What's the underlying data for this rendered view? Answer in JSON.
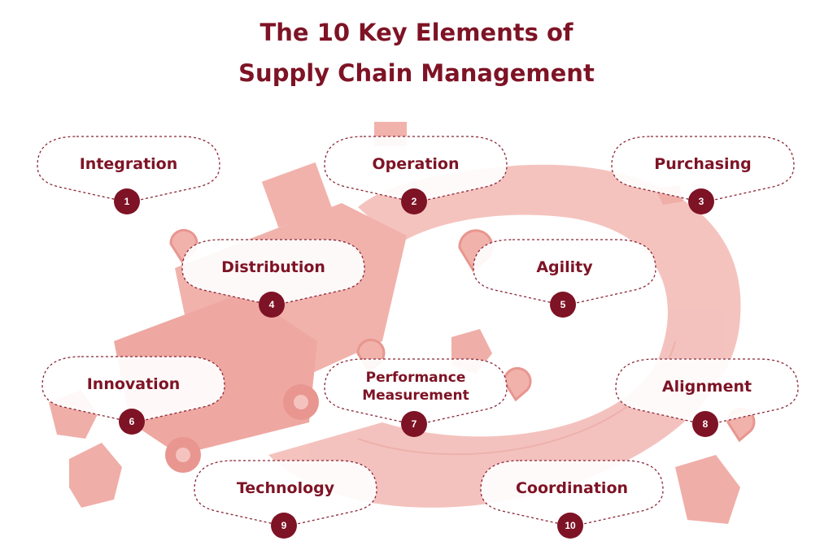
{
  "title": {
    "line1": "The 10 Key Elements of",
    "line2": "Supply Chain Management"
  },
  "colors": {
    "accent": "#7e1325",
    "illustration": "#f3b8b3",
    "illustration_dark": "#ea9f99",
    "callout_border": "#8a2535"
  },
  "elements": [
    {
      "number": "1",
      "label": "Integration"
    },
    {
      "number": "2",
      "label": "Operation"
    },
    {
      "number": "3",
      "label": "Purchasing"
    },
    {
      "number": "4",
      "label": "Distribution"
    },
    {
      "number": "5",
      "label": "Agility"
    },
    {
      "number": "6",
      "label": "Innovation"
    },
    {
      "number": "7",
      "label": "Performance Measurement"
    },
    {
      "number": "8",
      "label": "Alignment"
    },
    {
      "number": "9",
      "label": "Technology"
    },
    {
      "number": "10",
      "label": "Coordination"
    }
  ]
}
